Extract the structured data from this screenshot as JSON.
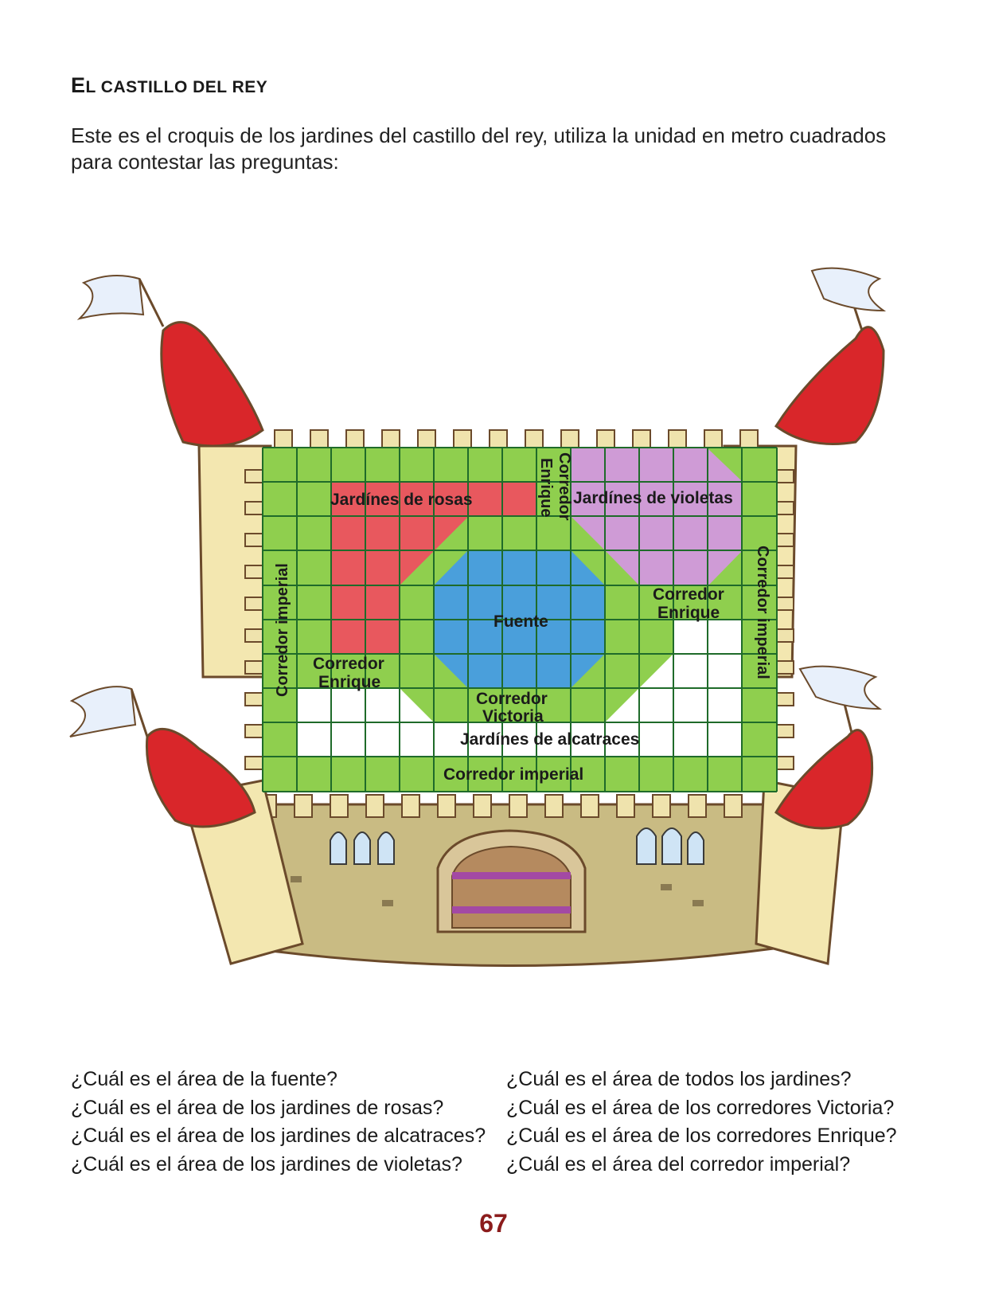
{
  "title": {
    "initial": "E",
    "rest": "l castillo del rey"
  },
  "intro": "Este es el croquis de los jardines del castillo del rey, utiliza la unidad en metro cuadrados para contestar las preguntas:",
  "map_labels": {
    "rosas": "Jardínes de rosas",
    "violetas": "Jardínes de violetas",
    "fuente": "Fuente",
    "corredor_enrique_top_1": "Corredor",
    "corredor_enrique_top_2": "Enrique",
    "corredor_enrique_right_1": "Corredor",
    "corredor_enrique_right_2": "Enrique",
    "corredor_enrique_left_1": "Corredor",
    "corredor_enrique_left_2": "Enrique",
    "corredor_victoria_1": "Corredor",
    "corredor_victoria_2": "Victoria",
    "alcatraces": "Jardínes de alcatraces",
    "corredor_imperial_bottom": "Corredor imperial",
    "corredor_imperial_left": "Corredor imperial",
    "corredor_imperial_right": "Corredor imperial"
  },
  "colors": {
    "corridor": "#8fcf4e",
    "grid_line": "#1f6b2a",
    "rosas": "#e8585e",
    "violetas": "#cf9bd6",
    "fuente": "#4a9fdb",
    "alcatraces": "#ffffff",
    "wall": "#c9bb83",
    "tower": "#f3e7b0",
    "roof": "#d9262a",
    "page_number": "#8b1c1c"
  },
  "questions_left": [
    "¿Cuál es el área de la fuente?",
    "¿Cuál es el área de los jardines de rosas?",
    "¿Cuál es el área de los jardines de alcatraces?",
    "¿Cuál es el área de los jardines de violetas?"
  ],
  "questions_right": [
    "¿Cuál es el área de todos los jardines?",
    "¿Cuál es el área de los corredores Victoria?",
    "¿Cuál es el área de los corredores Enrique?",
    "¿Cuál es el área del corredor imperial?"
  ],
  "page_number": "67"
}
